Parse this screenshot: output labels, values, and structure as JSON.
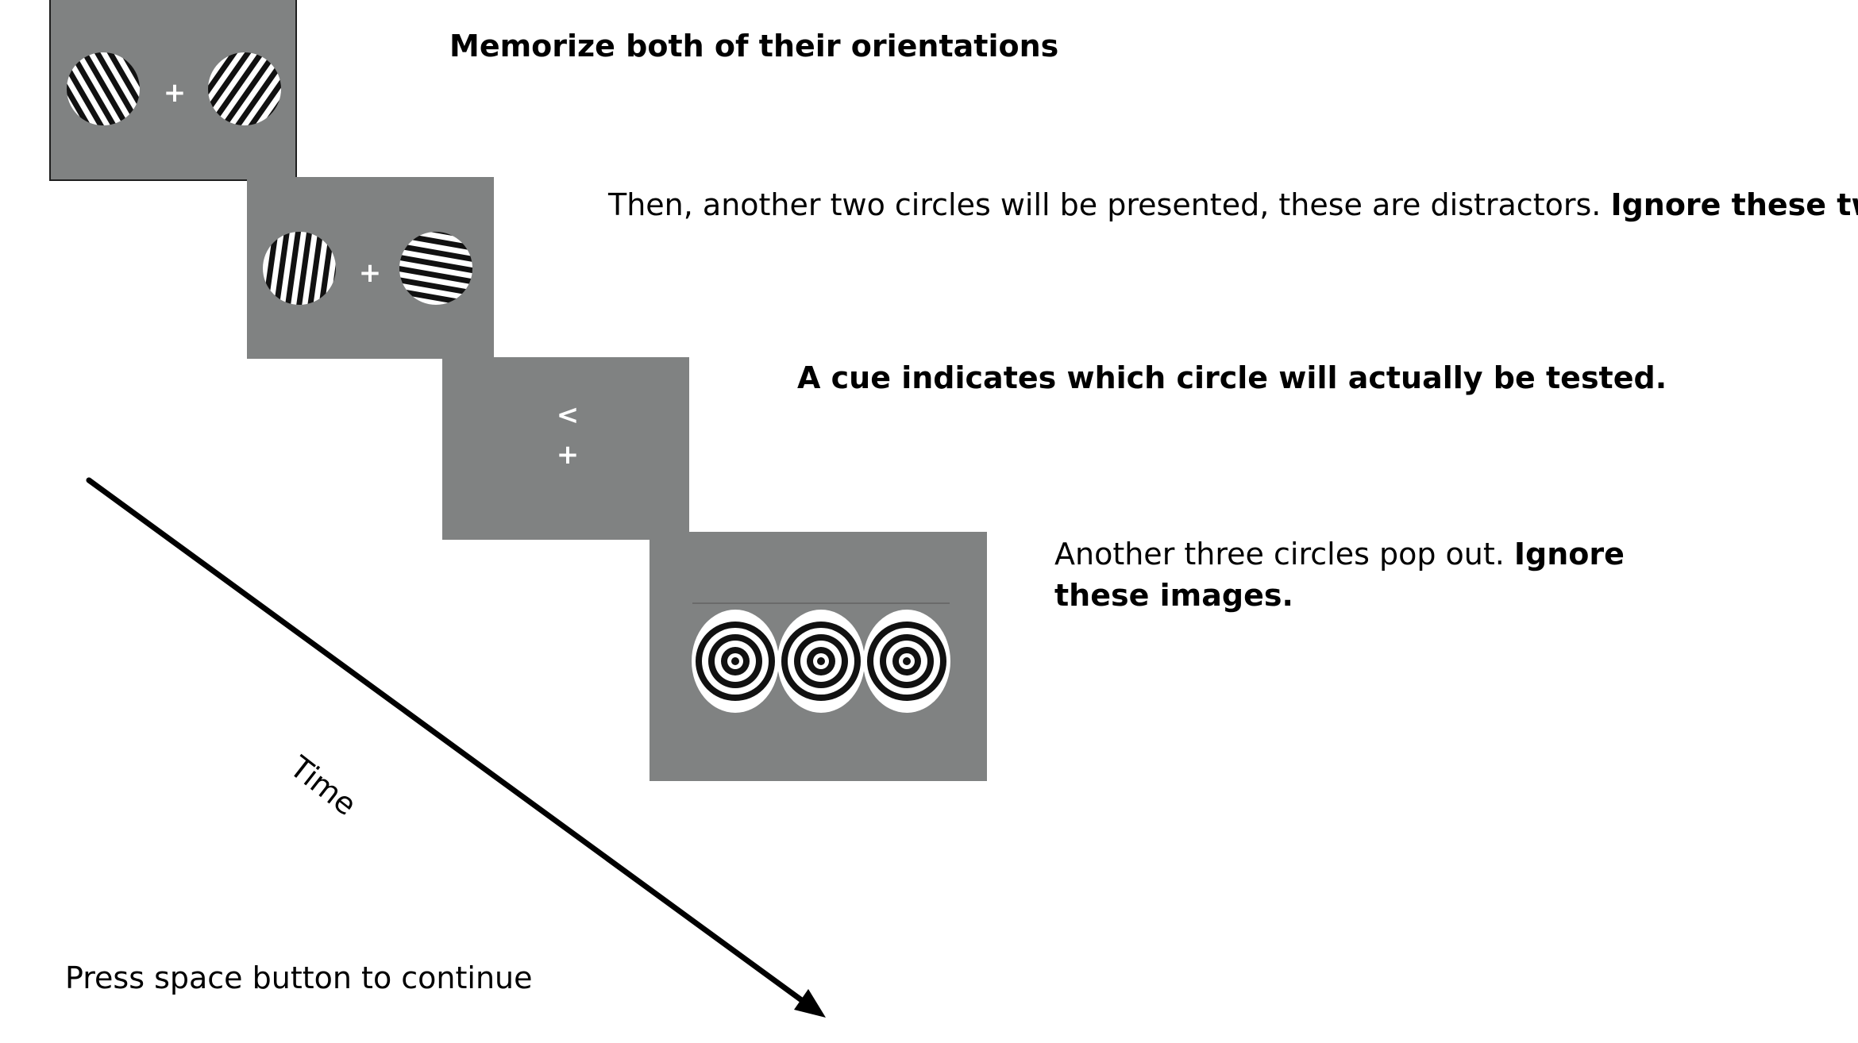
{
  "instructions": {
    "step1": {
      "bold": "Memorize both of their orientations"
    },
    "step2": {
      "normal": "Then, another two circles will be presented, these are distractors. ",
      "bold": "Ignore these two."
    },
    "step3": {
      "bold": "A cue indicates which circle will actually be tested."
    },
    "step4": {
      "normal": "Another three circles pop out. ",
      "bold": "Ignore these images."
    }
  },
  "stimuli": {
    "fixation": "+",
    "cue": "<",
    "frame1_gratings": [
      "tilted-left-grating",
      "tilted-right-grating"
    ],
    "frame2_gratings": [
      "vertical-grating",
      "horizontal-grating"
    ],
    "frame4_targets": [
      "concentric-rings",
      "concentric-rings",
      "concentric-rings"
    ]
  },
  "time_label": "Time",
  "footer": {
    "continue": "Press space button to continue"
  },
  "colors": {
    "frame_gray": "#808282",
    "stripe_dark": "#111111",
    "stripe_light": "#ffffff",
    "arrow": "#000000"
  }
}
